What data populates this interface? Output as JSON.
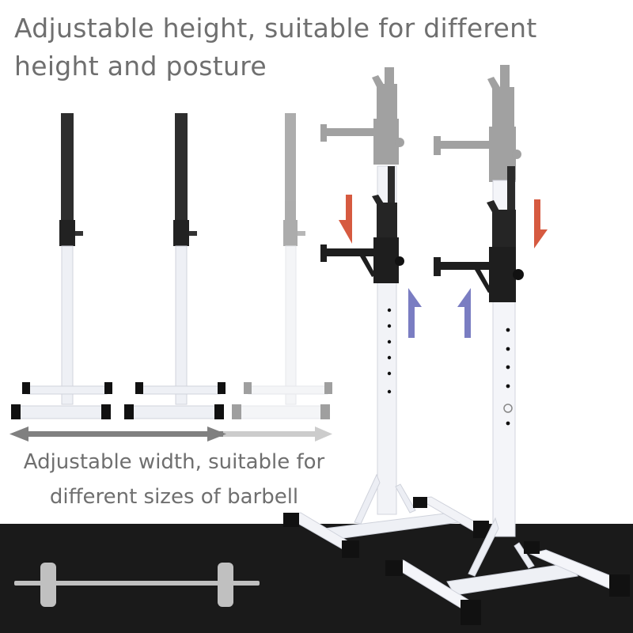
{
  "heading": {
    "line1": "Adjustable height, suitable for different",
    "line2": "height and posture"
  },
  "caption": {
    "line1": "Adjustable width, suitable for",
    "line2": "different sizes of barbell"
  },
  "colors": {
    "text": "#6f6f6f",
    "floor": "#1a1a1a",
    "arrow_down": "#d65a40",
    "arrow_up": "#7a7dc2",
    "width_arrow_dark": "#808080",
    "width_arrow_light": "#cccccc",
    "barbell_icon": "#c0c0c0",
    "frame_white": "#f2f3f7",
    "frame_black": "#2a2a2a",
    "frame_ghost": "#9a9a9a"
  },
  "icons": {
    "height_down_arrows": "arrow-down-icon",
    "height_up_arrows": "arrow-up-icon",
    "width_arrow": "double-arrow-horizontal-icon",
    "barbell": "barbell-icon"
  }
}
